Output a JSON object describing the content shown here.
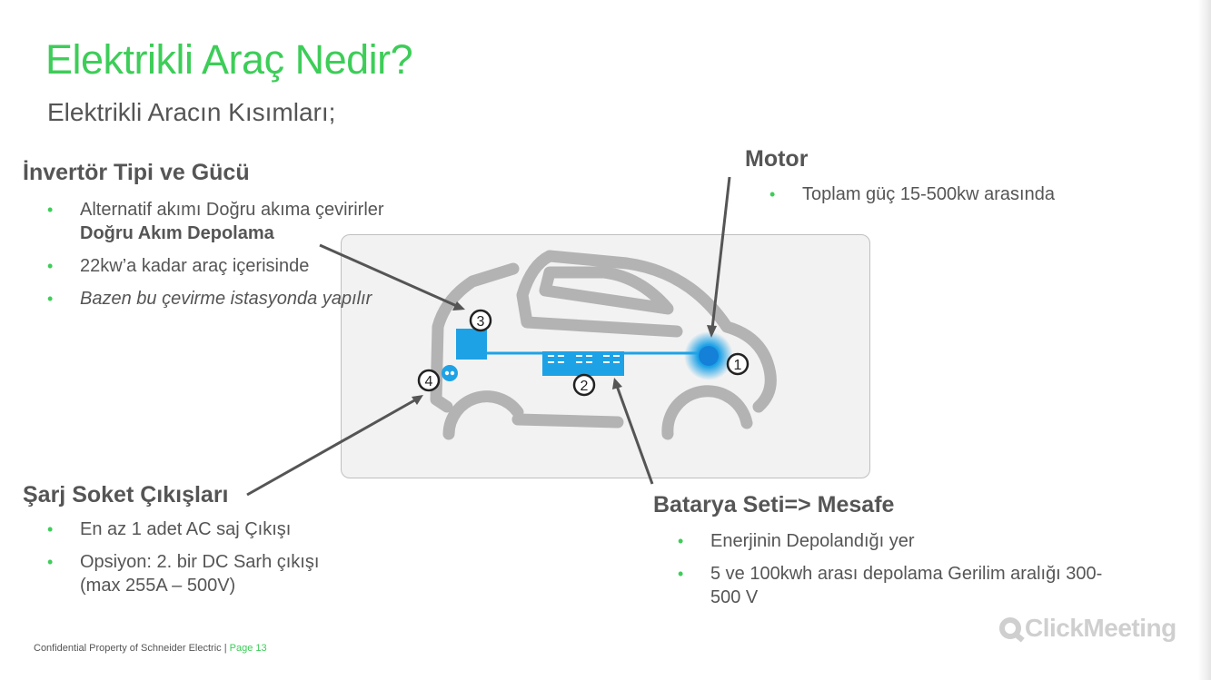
{
  "slide": {
    "title": "Elektrikli Araç Nedir?",
    "subtitle": "Elektrikli Aracın Kısımları;"
  },
  "inverter": {
    "heading": "İnvertör Tipi ve Gücü",
    "bullet1_line1": "Alternatif akımı Doğru akıma çevirirler",
    "bullet1_line2": "Doğru Akım Depolama",
    "bullet2": "22kw’a kadar araç içerisinde",
    "bullet3": "Bazen bu çevirme istasyonda yapılır"
  },
  "motor": {
    "heading": "Motor",
    "bullet1": "Toplam güç 15-500kw arasında"
  },
  "charging": {
    "heading": "Şarj Soket Çıkışları",
    "bullet1": "En az 1 adet AC saj Çıkışı",
    "bullet2_line1": "Opsiyon: 2. bir DC Sarh çıkışı",
    "bullet2_line2": "(max 255A – 500V)"
  },
  "battery": {
    "heading": "Batarya Seti=> Mesafe",
    "bullet1": "Enerjinin Depolandığı yer",
    "bullet2_line1": "5 ve 100kwh arası depolama Gerilim aralığı 300-",
    "bullet2_line2": "500 V"
  },
  "diagram": {
    "markers": [
      "1",
      "2",
      "3",
      "4"
    ],
    "icons": [
      "car-outline-icon",
      "motor-glow-icon",
      "battery-pack-icon",
      "inverter-box-icon",
      "charging-socket-icon"
    ]
  },
  "footer": {
    "text": "Confidential Property of Schneider Electric |",
    "page": "Page 13"
  },
  "watermark": {
    "text": "ClickMeeting"
  },
  "colors": {
    "accent": "#3dcd58",
    "text": "#555555",
    "diagram_blue": "#1ea2e6",
    "car_outline": "#b3b3b3"
  }
}
